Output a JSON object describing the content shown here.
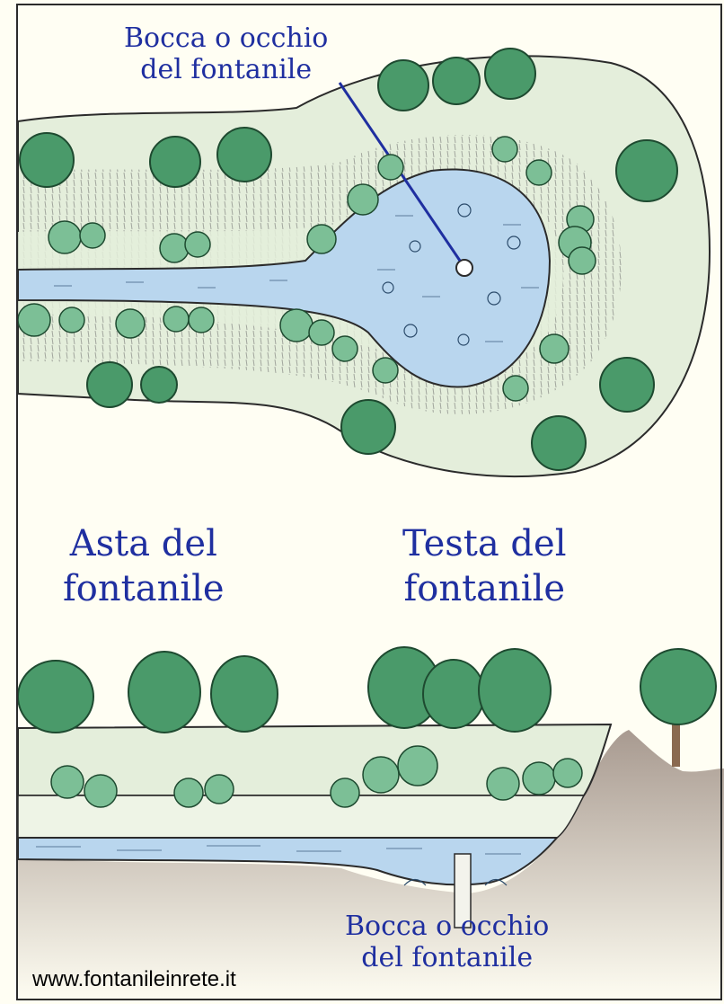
{
  "labels": {
    "spring_mouth_top": {
      "line1": "Bocca o occhio",
      "line2": "del fontanile"
    },
    "shaft": {
      "line1": "Asta del",
      "line2": "fontanile"
    },
    "head": {
      "line1": "Testa del",
      "line2": "fontanile"
    },
    "spring_mouth_bottom": {
      "line1": "Bocca o occhio",
      "line2": "del fontanile"
    }
  },
  "website": "www.fontanileinrete.it",
  "colors": {
    "background": "#fffef3",
    "meadow": "#e4eedb",
    "water": "#b9d6ee",
    "tree": "#4a9a6a",
    "tree_light": "#7cbf96",
    "soil": "#a89a90",
    "label_text": "#1f2fa0",
    "leader_line": "#1f2fa0"
  }
}
